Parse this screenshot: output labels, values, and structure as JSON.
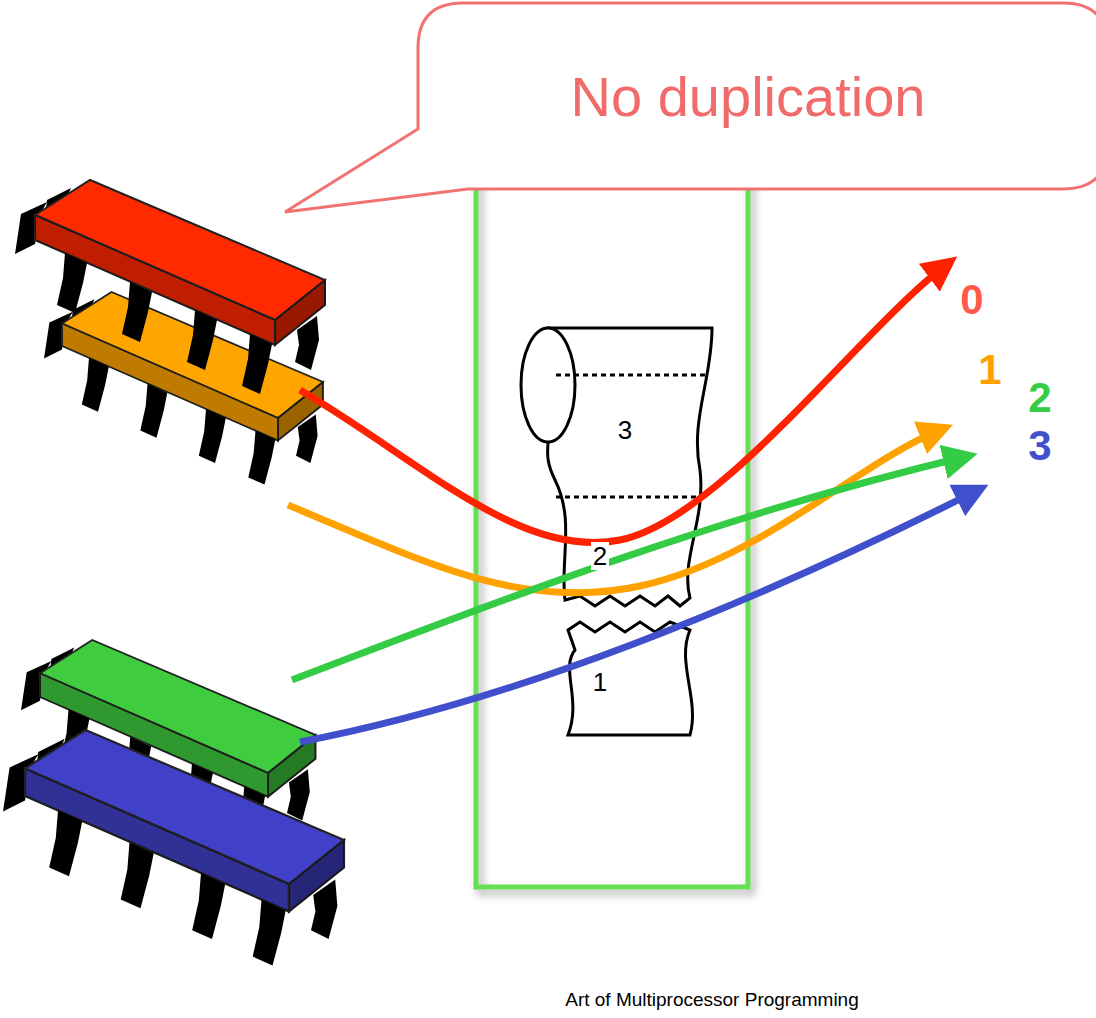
{
  "diagram": {
    "nodes": [
      {
        "text": [
          "No duplication"
        ]
      }
    ],
    "labels": [
      "3",
      "2",
      "1",
      "0",
      "1",
      "2",
      "3",
      "Art of Multiprocessor Programming"
    ]
  }
}
